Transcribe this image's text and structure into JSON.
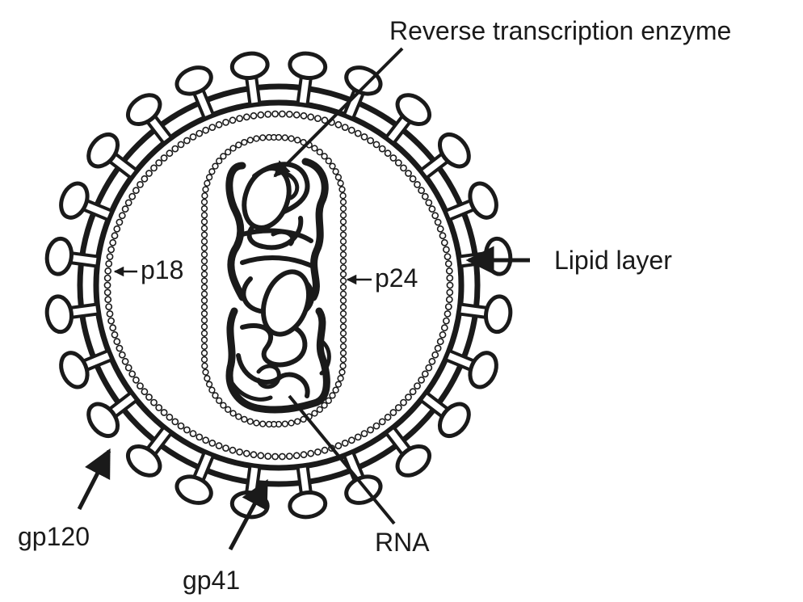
{
  "labels": {
    "reverse_transcription_enzyme": "Reverse transcription enzyme",
    "lipid_layer": "Lipid layer",
    "p18": "p18",
    "p24": "p24",
    "gp120": "gp120",
    "gp41": "gp41",
    "rna": "RNA"
  },
  "colors": {
    "ink": "#1a1a1a",
    "background": "#ffffff"
  }
}
